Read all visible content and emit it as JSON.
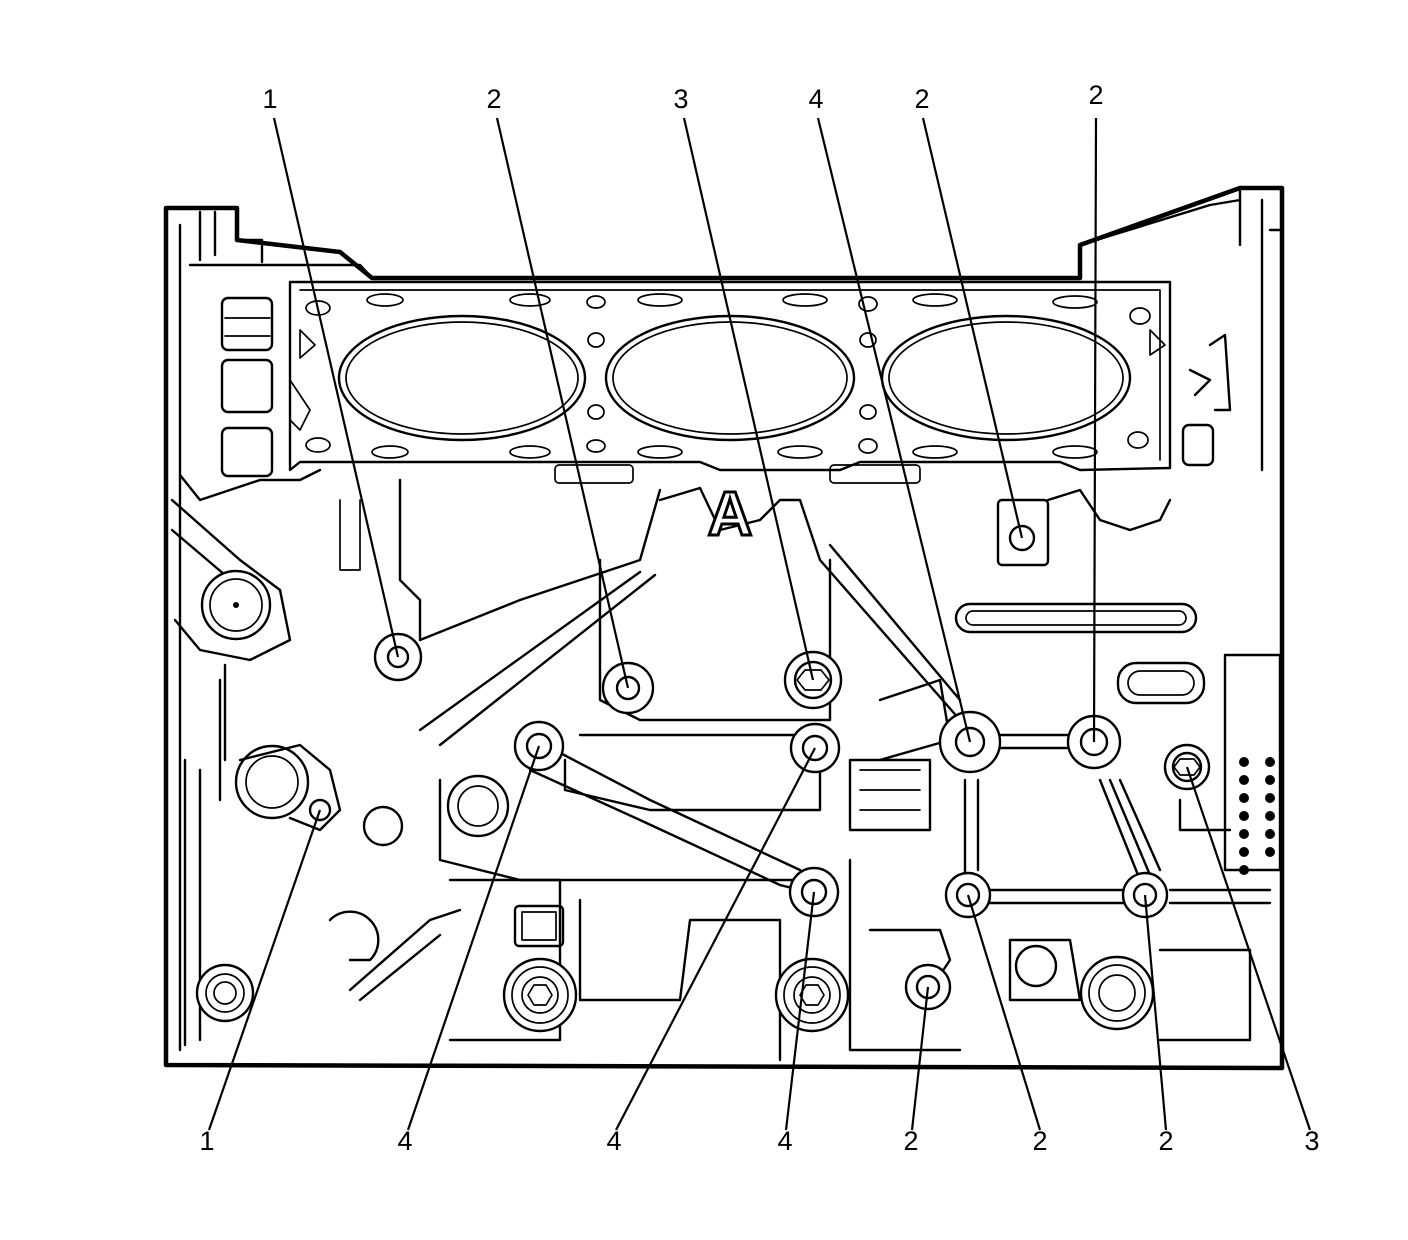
{
  "diagram": {
    "cast_mark": "A",
    "callouts_top": [
      {
        "id": "t1",
        "label": "1"
      },
      {
        "id": "t2",
        "label": "2"
      },
      {
        "id": "t3",
        "label": "3"
      },
      {
        "id": "t4",
        "label": "4"
      },
      {
        "id": "t5",
        "label": "2"
      },
      {
        "id": "t6",
        "label": "2"
      }
    ],
    "callouts_bottom": [
      {
        "id": "b1",
        "label": "1"
      },
      {
        "id": "b2",
        "label": "4"
      },
      {
        "id": "b3",
        "label": "4"
      },
      {
        "id": "b4",
        "label": "4"
      },
      {
        "id": "b5",
        "label": "2"
      },
      {
        "id": "b6",
        "label": "2"
      },
      {
        "id": "b7",
        "label": "2"
      },
      {
        "id": "b8",
        "label": "3"
      }
    ]
  }
}
